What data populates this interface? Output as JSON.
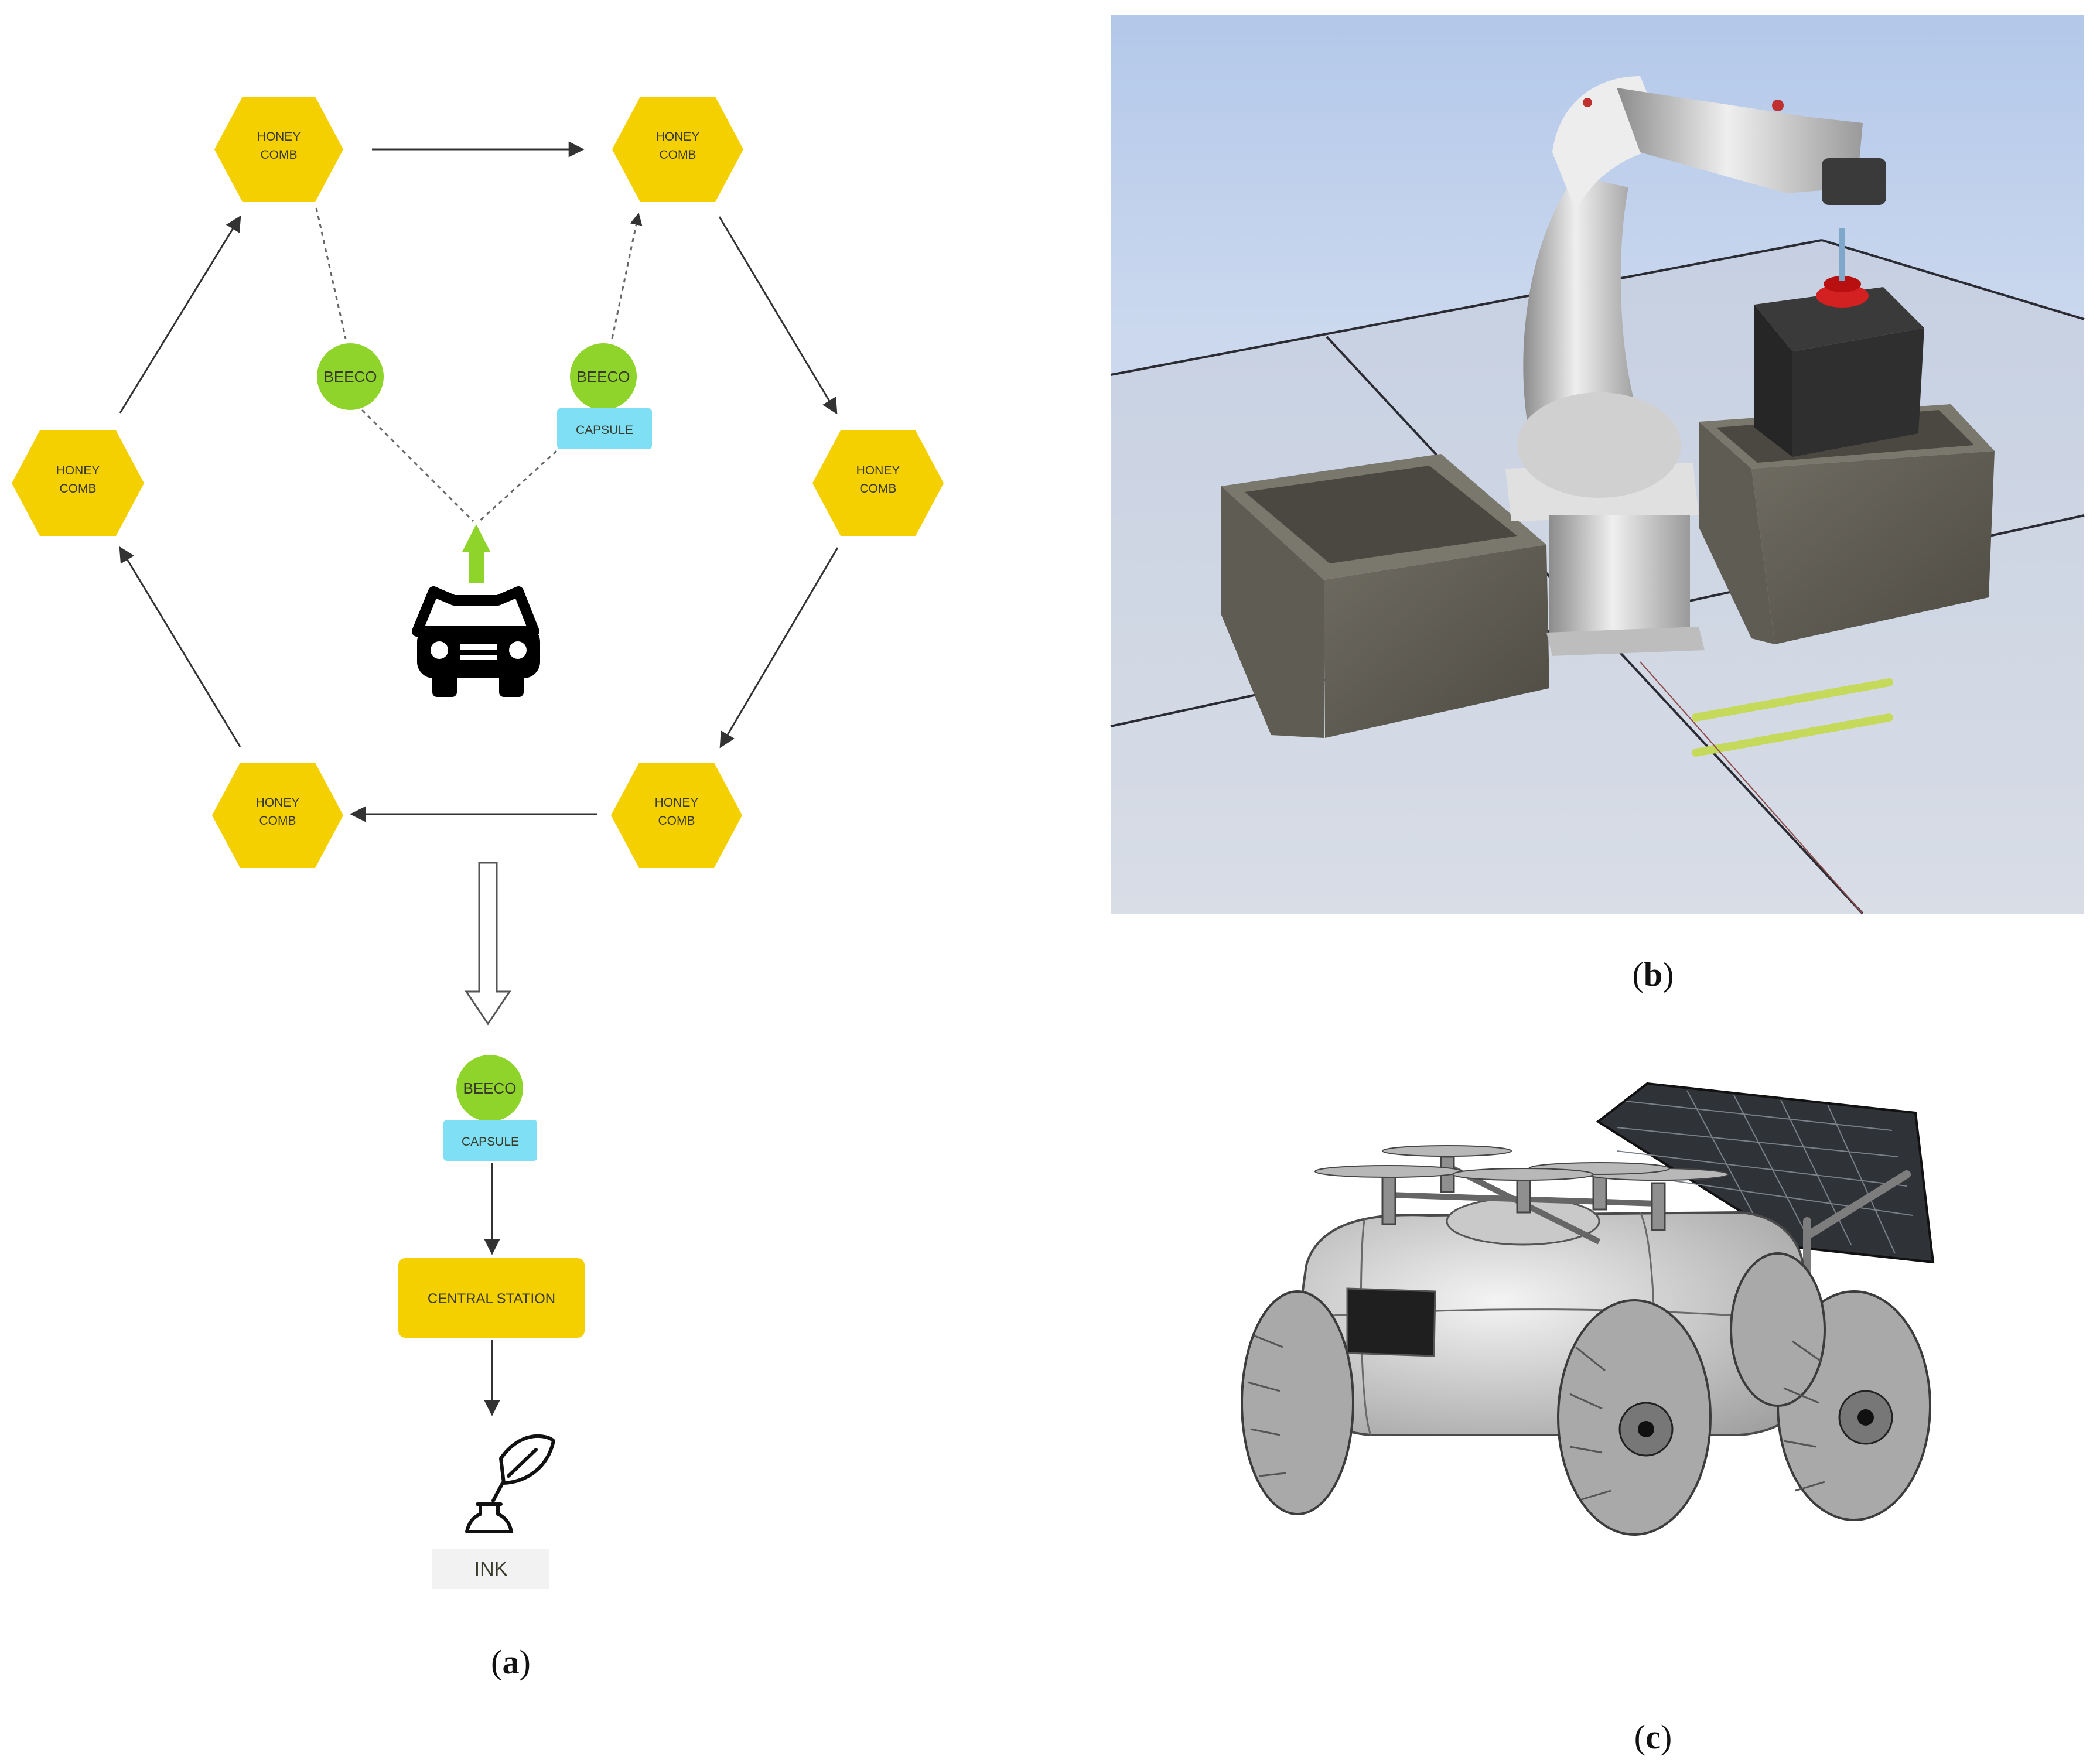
{
  "panel_a": {
    "honeycomb_line1": "HONEY",
    "honeycomb_line2": "COMB",
    "beeco_label": "BEECO",
    "capsule_label": "CAPSULE",
    "central_station_label": "CENTRAL STATION",
    "ink_label": "INK",
    "caption_open": "(",
    "caption_letter": "a",
    "caption_close": ")"
  },
  "panel_b": {
    "caption_open": "(",
    "caption_letter": "b",
    "caption_close": ")"
  },
  "panel_c": {
    "caption_open": "(",
    "caption_letter": "c",
    "caption_close": ")"
  },
  "colors": {
    "honeycomb": "#f5d000",
    "beeco": "#8fd42a",
    "capsule": "#7fe0f5",
    "central_station": "#f5d000",
    "sim_background": "#c9d8ee",
    "car": "#000000"
  }
}
